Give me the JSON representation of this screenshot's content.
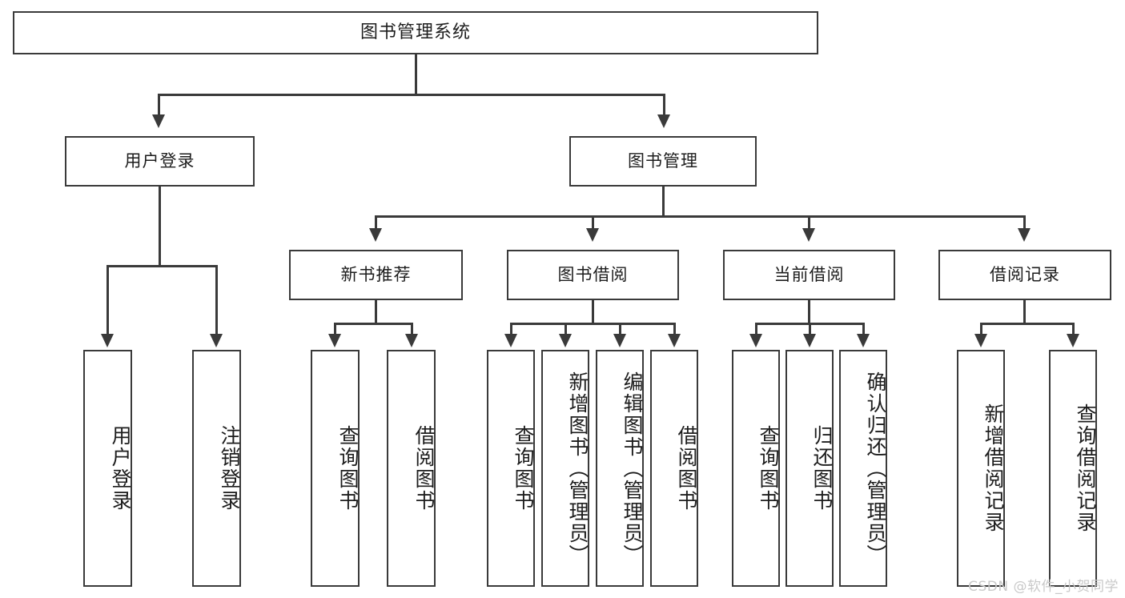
{
  "diagram": {
    "title": "图书管理系统",
    "type": "tree",
    "root": {
      "label": "图书管理系统"
    },
    "level2": [
      {
        "label": "用户登录"
      },
      {
        "label": "图书管理"
      }
    ],
    "level3": [
      {
        "label": "新书推荐"
      },
      {
        "label": "图书借阅"
      },
      {
        "label": "当前借阅"
      },
      {
        "label": "借阅记录"
      }
    ],
    "leaves": {
      "user_login": [
        {
          "label": "用户登录"
        },
        {
          "label": "注销登录"
        }
      ],
      "new_book_recommend": [
        {
          "label": "查询图书"
        },
        {
          "label": "借阅图书"
        }
      ],
      "book_borrow": [
        {
          "label": "查询图书"
        },
        {
          "label": "新增图书（管理员）"
        },
        {
          "label": "编辑图书（管理员）"
        },
        {
          "label": "借阅图书"
        }
      ],
      "current_borrow": [
        {
          "label": "查询图书"
        },
        {
          "label": "归还图书"
        },
        {
          "label": "确认归还（管理员）"
        }
      ],
      "borrow_record": [
        {
          "label": "新增借阅记录"
        },
        {
          "label": "查询借阅记录"
        }
      ]
    }
  },
  "watermark": {
    "text": "CSDN @软件_小贺同学"
  },
  "colors": {
    "stroke": "#3a3a3a",
    "text": "#1d1d1d",
    "background": "#ffffff",
    "watermark": "#c9c9c9"
  }
}
